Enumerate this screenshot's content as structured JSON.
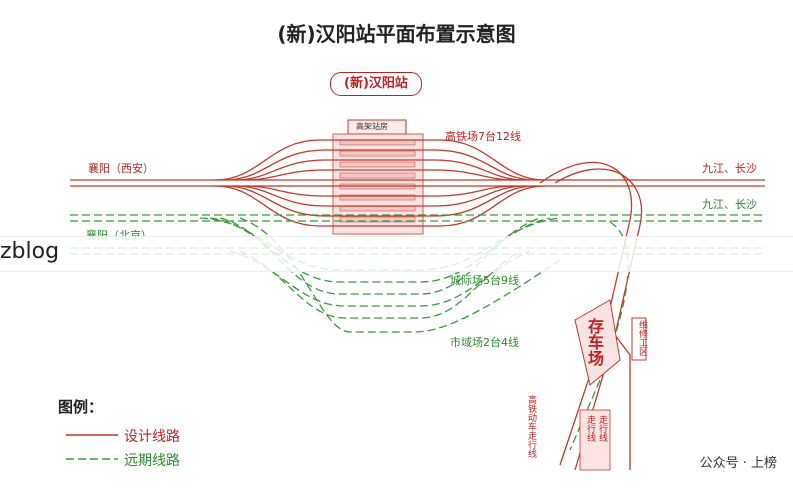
{
  "title": "(新)汉阳站平面布置示意图",
  "station_name": "(新)汉阳站",
  "station_building": "高架站房",
  "labels": {
    "west_red": "襄阳（西安）",
    "east_red": "九江、长沙",
    "west_green": "襄阳（北京）",
    "east_green": "九江、长沙",
    "high_speed_yard": "高铁场7台12线",
    "intercity_yard": "城际场5台9线",
    "city_yard": "市域场2台4线",
    "depot": "存车场",
    "maintenance": "维修工区",
    "vertical_1": "高铁动车走行线",
    "vertical_2": "走行线",
    "vertical_3": "走行线"
  },
  "legend": {
    "title": "图例：",
    "design": "设计线路",
    "future": "远期线路"
  },
  "overlay_text": "zblog",
  "watermark": "公众号 · 上榜",
  "colors": {
    "red": "#c0392b",
    "green": "#3a9a3a"
  }
}
